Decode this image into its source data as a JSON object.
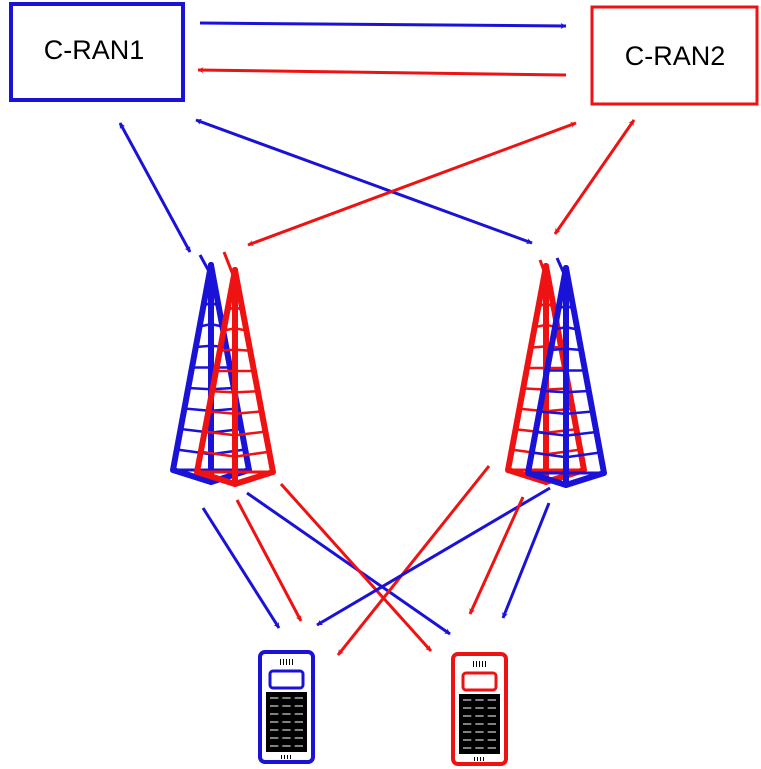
{
  "nodes": {
    "cran1": {
      "label": "C-RAN1"
    },
    "cran2": {
      "label": "C-RAN2"
    }
  },
  "colors": {
    "blue": "#1a12d6",
    "red": "#ef1212",
    "black": "#000000",
    "white": "#ffffff"
  },
  "elements": {
    "towers": [
      {
        "id": "tower-left-blue",
        "color": "blue"
      },
      {
        "id": "tower-left-red",
        "color": "red"
      },
      {
        "id": "tower-right-red",
        "color": "red"
      },
      {
        "id": "tower-right-blue",
        "color": "blue"
      }
    ],
    "phones": [
      {
        "id": "phone-blue",
        "color": "blue"
      },
      {
        "id": "phone-red",
        "color": "red"
      }
    ]
  },
  "links": [
    {
      "id": "cran1-to-cran2",
      "color": "blue",
      "type": "one-way"
    },
    {
      "id": "cran2-to-cran1",
      "color": "red",
      "type": "one-way"
    },
    {
      "id": "cran1-left-tower",
      "color": "blue",
      "type": "two-way"
    },
    {
      "id": "cran1-right-tower",
      "color": "blue",
      "type": "two-way"
    },
    {
      "id": "cran2-left-tower",
      "color": "red",
      "type": "two-way"
    },
    {
      "id": "cran2-right-tower",
      "color": "red",
      "type": "two-way"
    },
    {
      "id": "left-blue-to-blue-phone",
      "color": "blue",
      "type": "one-way"
    },
    {
      "id": "left-red-to-blue-phone",
      "color": "red",
      "type": "one-way"
    },
    {
      "id": "left-blue-to-red-phone",
      "color": "blue",
      "type": "one-way"
    },
    {
      "id": "left-red-to-red-phone",
      "color": "red",
      "type": "one-way"
    },
    {
      "id": "right-red-to-blue-phone",
      "color": "red",
      "type": "one-way"
    },
    {
      "id": "right-blue-to-blue-phone",
      "color": "blue",
      "type": "one-way"
    },
    {
      "id": "right-red-to-red-phone",
      "color": "red",
      "type": "one-way"
    },
    {
      "id": "right-blue-to-red-phone",
      "color": "blue",
      "type": "one-way"
    }
  ]
}
